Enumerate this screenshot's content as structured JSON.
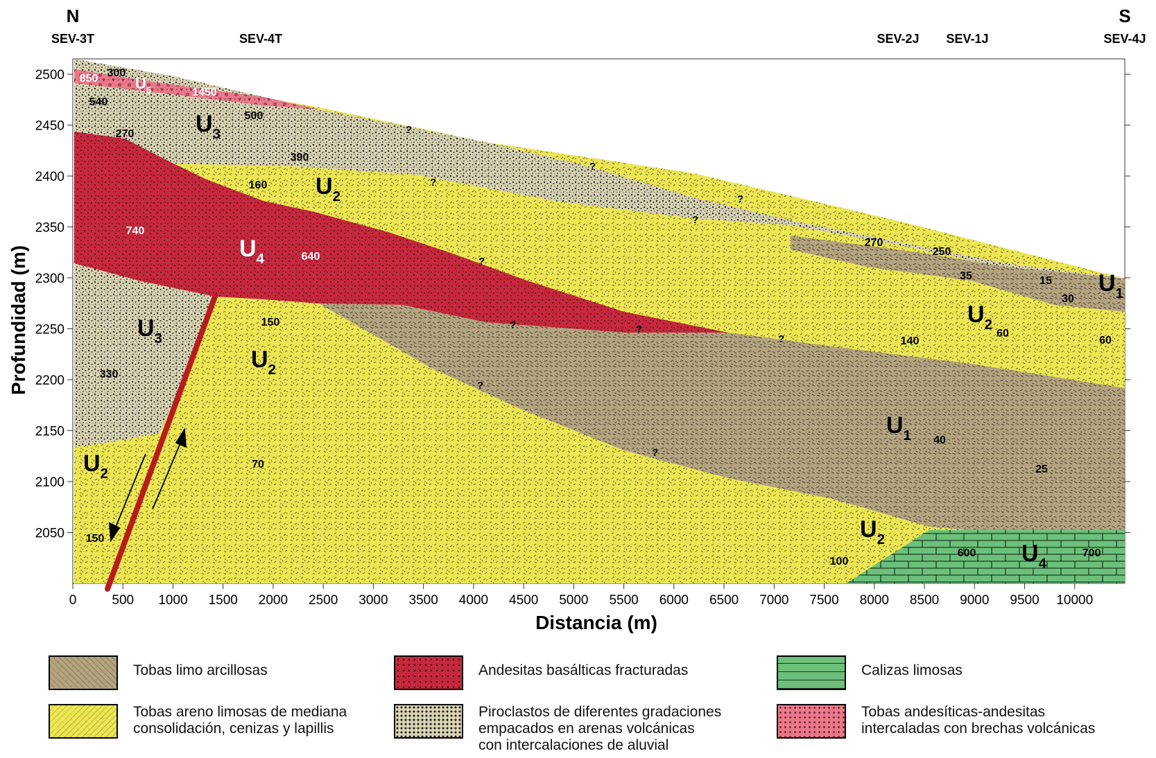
{
  "stations": {
    "north_dir": "N",
    "south_dir": "S",
    "names": [
      "SEV-3T",
      "SEV-4T",
      "SEV-2J",
      "SEV-1J",
      "SEV-4J"
    ]
  },
  "axes": {
    "xlabel": "Distancia (m)",
    "ylabel": "Profundidad (m)",
    "x_ticks": [
      "0",
      "500",
      "1000",
      "1500",
      "2000",
      "2500",
      "3000",
      "3500",
      "4000",
      "4500",
      "5000",
      "5500",
      "6000",
      "6500",
      "7000",
      "7500",
      "8000",
      "8500",
      "9000",
      "9500",
      "10000"
    ],
    "y_ticks": [
      "2500",
      "2450",
      "2400",
      "2350",
      "2300",
      "2250",
      "2200",
      "2150",
      "2100",
      "2050"
    ],
    "xlim": [
      0,
      10500
    ],
    "ylim": [
      2000,
      2515
    ]
  },
  "units": [
    {
      "base": "U",
      "sub": "5"
    },
    {
      "base": "U",
      "sub": "3"
    },
    {
      "base": "U",
      "sub": "2"
    },
    {
      "base": "U",
      "sub": "4"
    },
    {
      "base": "U",
      "sub": "3"
    },
    {
      "base": "U",
      "sub": "2"
    },
    {
      "base": "U",
      "sub": "2"
    },
    {
      "base": "U",
      "sub": "1"
    },
    {
      "base": "U",
      "sub": "2"
    },
    {
      "base": "U",
      "sub": "1"
    },
    {
      "base": "U",
      "sub": "2"
    },
    {
      "base": "U",
      "sub": "4"
    }
  ],
  "resistivities": [
    "300",
    "850",
    "1450",
    "540",
    "500",
    "270",
    "390",
    "160",
    "740",
    "640",
    "150",
    "330",
    "70",
    "150",
    "270",
    "250",
    "35",
    "15",
    "30",
    "140",
    "60",
    "60",
    "40",
    "25",
    "100",
    "600",
    "700"
  ],
  "unknown_mark": "?",
  "legend": [
    {
      "label": "Tobas limo arcillosas",
      "color": "#b3a37f"
    },
    {
      "label": "Andesitas basálticas fracturadas",
      "color": "#c5283d"
    },
    {
      "label": "Calizas limosas",
      "color": "#6cc07a"
    },
    {
      "label": "Tobas areno limosas de mediana\nconsolidación, cenizas y lapillis",
      "color": "#ede653"
    },
    {
      "label": "Piroclastos de diferentes gradaciones\nempacados en arenas volcánicas\ncon intercalaciones de aluvial",
      "color": "#d9d3b3"
    },
    {
      "label": "Tobas andesíticas-andesitas\nintercaladas con brechas volcánicas",
      "color": "#e8788a"
    }
  ],
  "colors": {
    "tuff_clay": "#b3a37f",
    "tuff_sand": "#ede653",
    "andesite": "#c5283d",
    "pyroclast": "#d9d3b3",
    "limestone": "#6cc07a",
    "andesitic_tuff": "#e8788a",
    "fault": "#b81c1c"
  }
}
